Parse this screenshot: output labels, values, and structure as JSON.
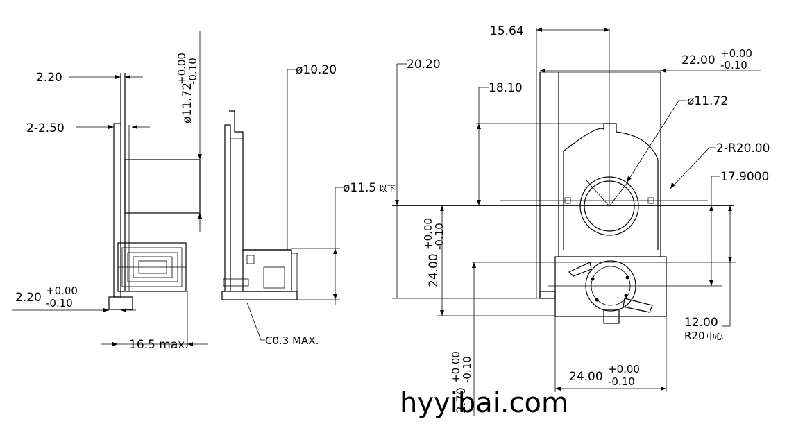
{
  "left_view": {
    "dim_top": "2.20",
    "dim_holes": "2-2.50",
    "dim_diameter": "ø11.72",
    "dim_diameter_tol_plus": "+0.00",
    "dim_diameter_tol_minus": "-0.10",
    "dim_bottom": "2.20",
    "dim_bottom_tol_plus": "+0.00",
    "dim_bottom_tol_minus": "-0.10",
    "dim_depth": "16.5 max."
  },
  "middle_view": {
    "dim_diameter_top": "ø10.20",
    "dim_diameter_mid": "ø11.5",
    "dim_diameter_mid_suffix": "以下",
    "chamfer_note": "C0.3 MAX."
  },
  "right_view": {
    "dim_15_64": "15.64",
    "dim_22": "22.00",
    "dim_22_tol_plus": "+0.00",
    "dim_22_tol_minus": "-0.10",
    "dim_20_20": "20.20",
    "dim_18_10": "18.10",
    "dim_phi_11_72": "ø11.72",
    "dim_radius": "2-R20.00",
    "dim_17_9": "17.9000",
    "dim_24_vertical": "24.00",
    "dim_24_vertical_tol_plus": "+0.00",
    "dim_24_vertical_tol_minus": "-0.10",
    "dim_12": "12.00",
    "dim_r20_center": "R20",
    "dim_r20_center_suffix": "中心",
    "dim_x70": "2.70",
    "dim_x70_tol_plus": "+0.00",
    "dim_x70_tol_minus": "-0.10",
    "dim_24_horizontal": "24.00",
    "dim_24_horizontal_tol_plus": "+0.00",
    "dim_24_horizontal_tol_minus": "-0.10"
  },
  "watermark": "hyyibai.com"
}
